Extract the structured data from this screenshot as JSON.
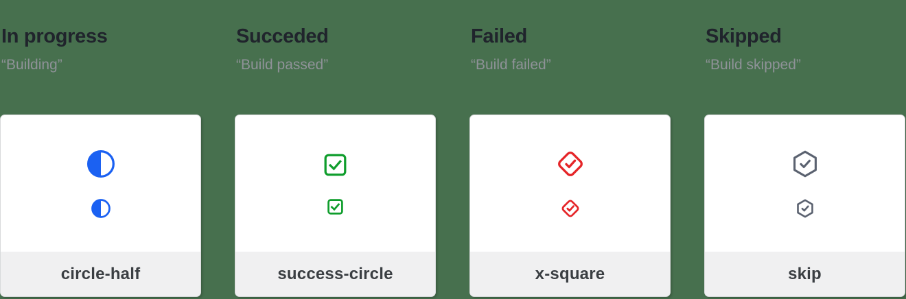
{
  "page": {
    "background_color": "#47704E"
  },
  "statuses": [
    {
      "title": "In progress",
      "subtitle": "“Building”",
      "icon": "circle-half-icon",
      "icon_label": "circle-half",
      "color": "#1B61F2"
    },
    {
      "title": "Succeded",
      "subtitle": "“Build passed”",
      "icon": "check-square-icon",
      "icon_label": "success-circle",
      "color": "#0F9D2C"
    },
    {
      "title": "Failed",
      "subtitle": "“Build failed”",
      "icon": "check-diamond-icon",
      "icon_label": "x-square",
      "color": "#E52528"
    },
    {
      "title": "Skipped",
      "subtitle": "“Build skipped”",
      "icon": "check-hexagon-icon",
      "icon_label": "skip",
      "color": "#5B6270"
    }
  ]
}
